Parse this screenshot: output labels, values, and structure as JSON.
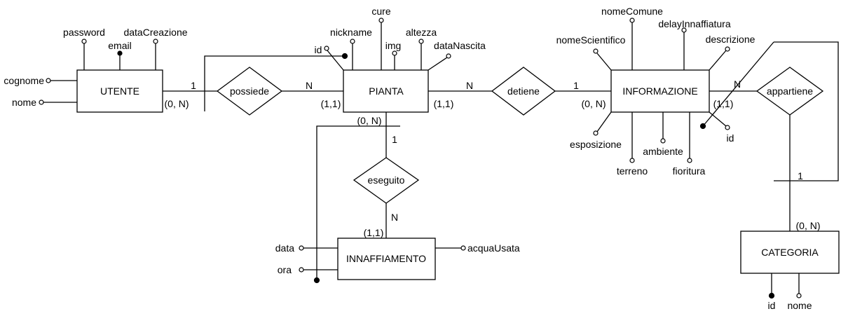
{
  "entities": {
    "utente": "UTENTE",
    "pianta": "PIANTA",
    "informazione": "INFORMAZIONE",
    "innaffiamento": "INNAFFIAMENTO",
    "categoria": "CATEGORIA"
  },
  "relationships": {
    "possiede": "possiede",
    "detiene": "detiene",
    "eseguito": "eseguito",
    "appartiene": "appartiene"
  },
  "attributes": {
    "utente": {
      "password": "password",
      "email": "email",
      "dataCreazione": "dataCreazione",
      "cognome": "cognome",
      "nome": "nome"
    },
    "pianta": {
      "cure": "cure",
      "nickname": "nickname",
      "altezza": "altezza",
      "id": "id",
      "img": "img",
      "dataNascita": "dataNascita"
    },
    "informazione": {
      "nomeComune": "nomeComune",
      "delayInnaffiatura": "delayInnaffiatura",
      "nomeScientifico": "nomeScientifico",
      "descrizione": "descrizione",
      "esposizione": "esposizione",
      "ambiente": "ambiente",
      "terreno": "terreno",
      "fioritura": "fioritura",
      "id": "id"
    },
    "innaffiamento": {
      "data": "data",
      "ora": "ora",
      "acquaUsata": "acquaUsata"
    },
    "categoria": {
      "id": "id",
      "nome": "nome"
    }
  },
  "cardinalities": {
    "possiede_utente_one": "1",
    "utente_possiede": "(0, N)",
    "possiede_pianta_n": "N",
    "pianta_possiede": "(1,1)",
    "detiene_pianta_n": "N",
    "pianta_detiene": "(1,1)",
    "detiene_info_one": "1",
    "info_detiene": "(0, N)",
    "appartiene_info_n": "N",
    "info_appartiene": "(1,1)",
    "appartiene_cat_one": "1",
    "cat_appartiene": "(0, N)",
    "pianta_eseguito": "(0, N)",
    "eseguito_pianta_one": "1",
    "eseguito_inn_n": "N",
    "inn_eseguito": "(1,1)"
  }
}
